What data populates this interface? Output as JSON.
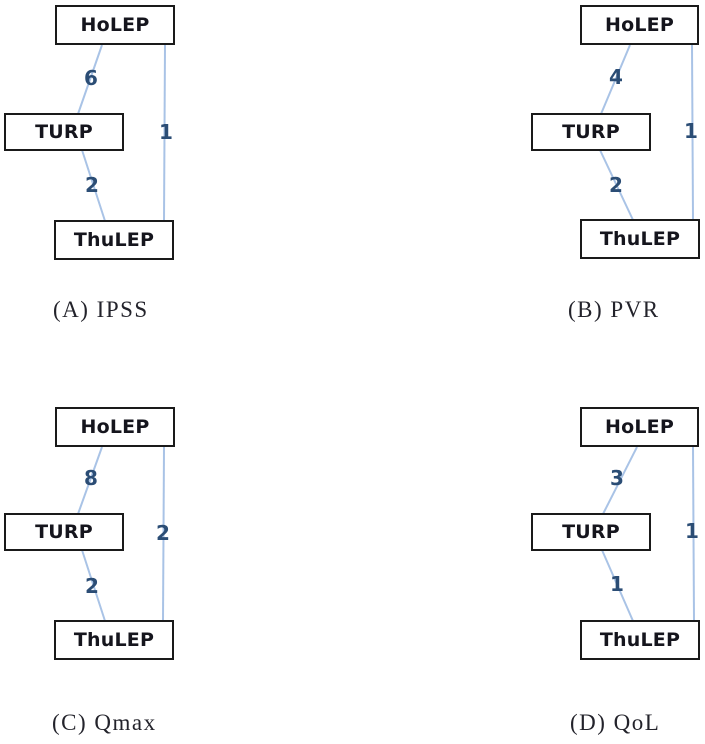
{
  "figure": {
    "description": "Network plots of three treatments (HoLEP, TURP, ThuLEP) for four outcomes; edge numbers are counts of studies for each direct comparison",
    "colors": {
      "edge_line": "#a9c3e6",
      "edge_label": "#2b4d75",
      "node_border": "#1a1a1a",
      "node_text": "#15151d",
      "caption": "#23232b",
      "background": "#ffffff"
    },
    "panels": [
      {
        "label": "A",
        "outcome": "IPSS",
        "caption": "(A) IPSS",
        "nodes": {
          "top": "HoLEP",
          "middle": "TURP",
          "bottom": "ThuLEP"
        },
        "edges": {
          "holep_turp": "6",
          "turp_thulep": "2",
          "holep_thulep": "1"
        }
      },
      {
        "label": "B",
        "outcome": "PVR",
        "caption": "(B) PVR",
        "nodes": {
          "top": "HoLEP",
          "middle": "TURP",
          "bottom": "ThuLEP"
        },
        "edges": {
          "holep_turp": "4",
          "turp_thulep": "2",
          "holep_thulep": "1"
        }
      },
      {
        "label": "C",
        "outcome": "Qmax",
        "caption": "(C) Qmax",
        "nodes": {
          "top": "HoLEP",
          "middle": "TURP",
          "bottom": "ThuLEP"
        },
        "edges": {
          "holep_turp": "8",
          "turp_thulep": "2",
          "holep_thulep": "2"
        }
      },
      {
        "label": "D",
        "outcome": "QoL",
        "caption": "(D) QoL",
        "nodes": {
          "top": "HoLEP",
          "middle": "TURP",
          "bottom": "ThuLEP"
        },
        "edges": {
          "holep_turp": "3",
          "turp_thulep": "1",
          "holep_thulep": "1"
        }
      }
    ]
  }
}
